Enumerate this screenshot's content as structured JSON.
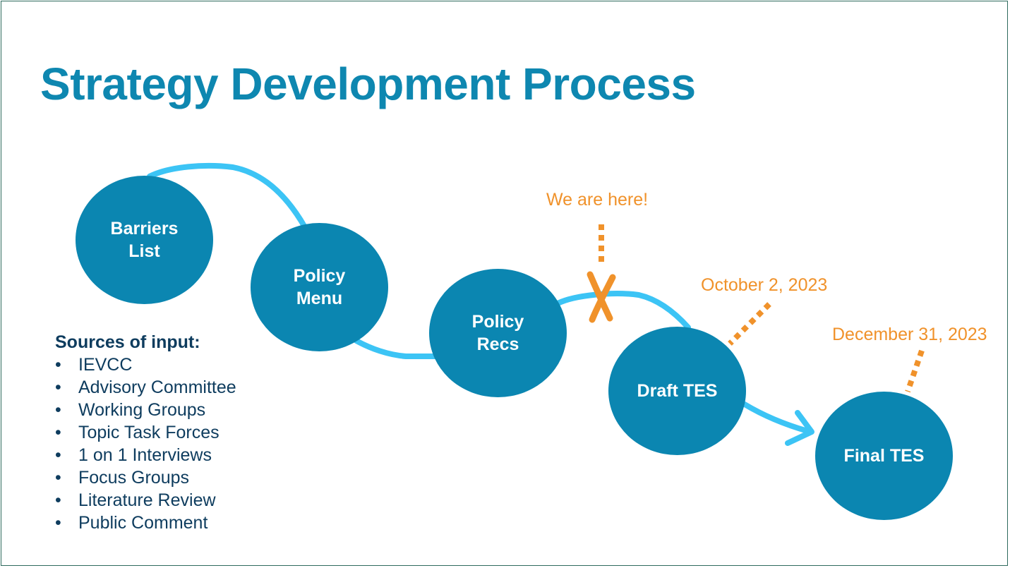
{
  "title": "Strategy Development Process",
  "nodes": [
    {
      "id": "barriers-list",
      "line1": "Barriers",
      "line2": "List"
    },
    {
      "id": "policy-menu",
      "line1": "Policy",
      "line2": "Menu"
    },
    {
      "id": "policy-recs",
      "line1": "Policy",
      "line2": "Recs"
    },
    {
      "id": "draft-tes",
      "line1": "Draft TES",
      "line2": ""
    },
    {
      "id": "final-tes",
      "line1": "Final TES",
      "line2": ""
    }
  ],
  "annotations": {
    "we_are_here": "We are here!",
    "draft_date": "October 2, 2023",
    "final_date": "December 31, 2023"
  },
  "sources": {
    "heading": "Sources of input:",
    "bullet": "•",
    "items": [
      "IEVCC",
      "Advisory Committee",
      "Working Groups",
      "Topic Task Forces",
      "1 on 1 Interviews",
      "Focus Groups",
      "Literature Review",
      "Public Comment"
    ]
  },
  "colors": {
    "title": "#0e87b0",
    "node_fill": "#0b86b1",
    "path": "#3cc4f5",
    "annotation": "#f0922b",
    "sources_text": "#0e3c5e",
    "frame": "#2f6b5e"
  },
  "icons": {
    "marker": "x-mark-icon",
    "arrow": "arrow-head-icon"
  }
}
